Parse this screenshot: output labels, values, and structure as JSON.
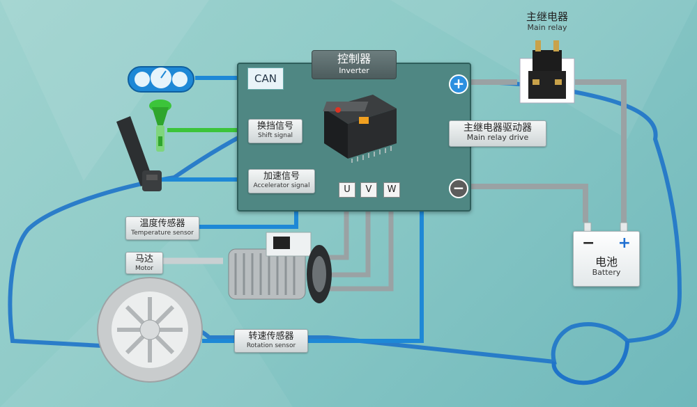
{
  "inverter": {
    "title_cn": "控制器",
    "title_en": "Inverter"
  },
  "can_label": "CAN",
  "shift_signal": {
    "cn": "换挡信号",
    "en": "Shift signal"
  },
  "accelerator_signal": {
    "cn": "加速信号",
    "en": "Accelerator signal"
  },
  "temperature_sensor": {
    "cn": "温度传感器",
    "en": "Temperature sensor"
  },
  "motor": {
    "cn": "马达",
    "en": "Motor"
  },
  "rotation_sensor": {
    "cn": "转速传感器",
    "en": "Rotation sensor"
  },
  "main_relay": {
    "cn": "主继电器",
    "en": "Main relay"
  },
  "main_relay_drive": {
    "cn": "主继电器驱动器",
    "en": "Main relay drive"
  },
  "battery": {
    "cn": "电池",
    "en": "Battery",
    "minus": "−",
    "plus": "+"
  },
  "phases": [
    "U",
    "V",
    "W"
  ],
  "terminals": {
    "plus": "+",
    "minus": "−"
  },
  "colors": {
    "car_outline": "#1f74c9",
    "signal_blue": "#1e88d6",
    "shift_green": "#3cc43a",
    "power_gray": "#9aa2a4",
    "inverter_fill": "#4f8783",
    "plus_terminal": "#2b8fe0",
    "minus_terminal": "#5c5c5c"
  }
}
